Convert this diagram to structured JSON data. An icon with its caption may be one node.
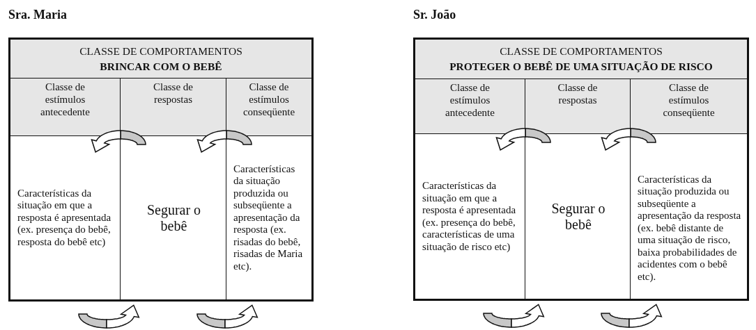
{
  "diagram": {
    "nodes": [
      {
        "text": [
          "Sra. Maria"
        ]
      },
      {
        "text": [
          "CLASSE DE COMPORTAMENTOS",
          "BRINCAR COM O BEBÊ"
        ],
        "in": 0
      },
      {
        "text": [
          "Classe de estímulos antecedente"
        ],
        "in": 0
      },
      {
        "text": [
          "Classe de respostas"
        ],
        "in": 0
      },
      {
        "text": [
          "Classe de estímulos conseqüente"
        ],
        "in": 0
      },
      {
        "text": [
          "Características da situação em que a resposta é apresentada (ex. presença do bebê, resposta do bebê etc)"
        ],
        "in": 0
      },
      {
        "text": [
          "Segurar o bebê"
        ],
        "in": 0
      },
      {
        "text": [
          "Características da situação produzida ou subseqüente a apresentação da resposta (ex. risadas do bebê, risadas de Maria etc)."
        ],
        "in": 0
      },
      {
        "text": [
          "Sr. João"
        ]
      },
      {
        "text": [
          "CLASSE DE COMPORTAMENTOS",
          "PROTEGER O BEBÊ DE UMA SITUAÇÃO DE RISCO"
        ],
        "in": 8
      },
      {
        "text": [
          "Classe de estímulos antecedente"
        ],
        "in": 8
      },
      {
        "text": [
          "Classe de respostas"
        ],
        "in": 8
      },
      {
        "text": [
          "Classe de estímulos conseqüente"
        ],
        "in": 8
      },
      {
        "text": [
          "Características da situação em que a resposta é apresentada (ex. presença do bebê, características de uma situação de risco etc)"
        ],
        "in": 8
      },
      {
        "text": [
          "Segurar o bebê"
        ],
        "in": 8
      },
      {
        "text": [
          "Características da situação produzida ou subseqüente a apresentação da resposta (ex. bebê distante de uma situação de risco, baixa probabilidades de acidentes com o bebê etc)."
        ],
        "in": 8
      }
    ]
  }
}
